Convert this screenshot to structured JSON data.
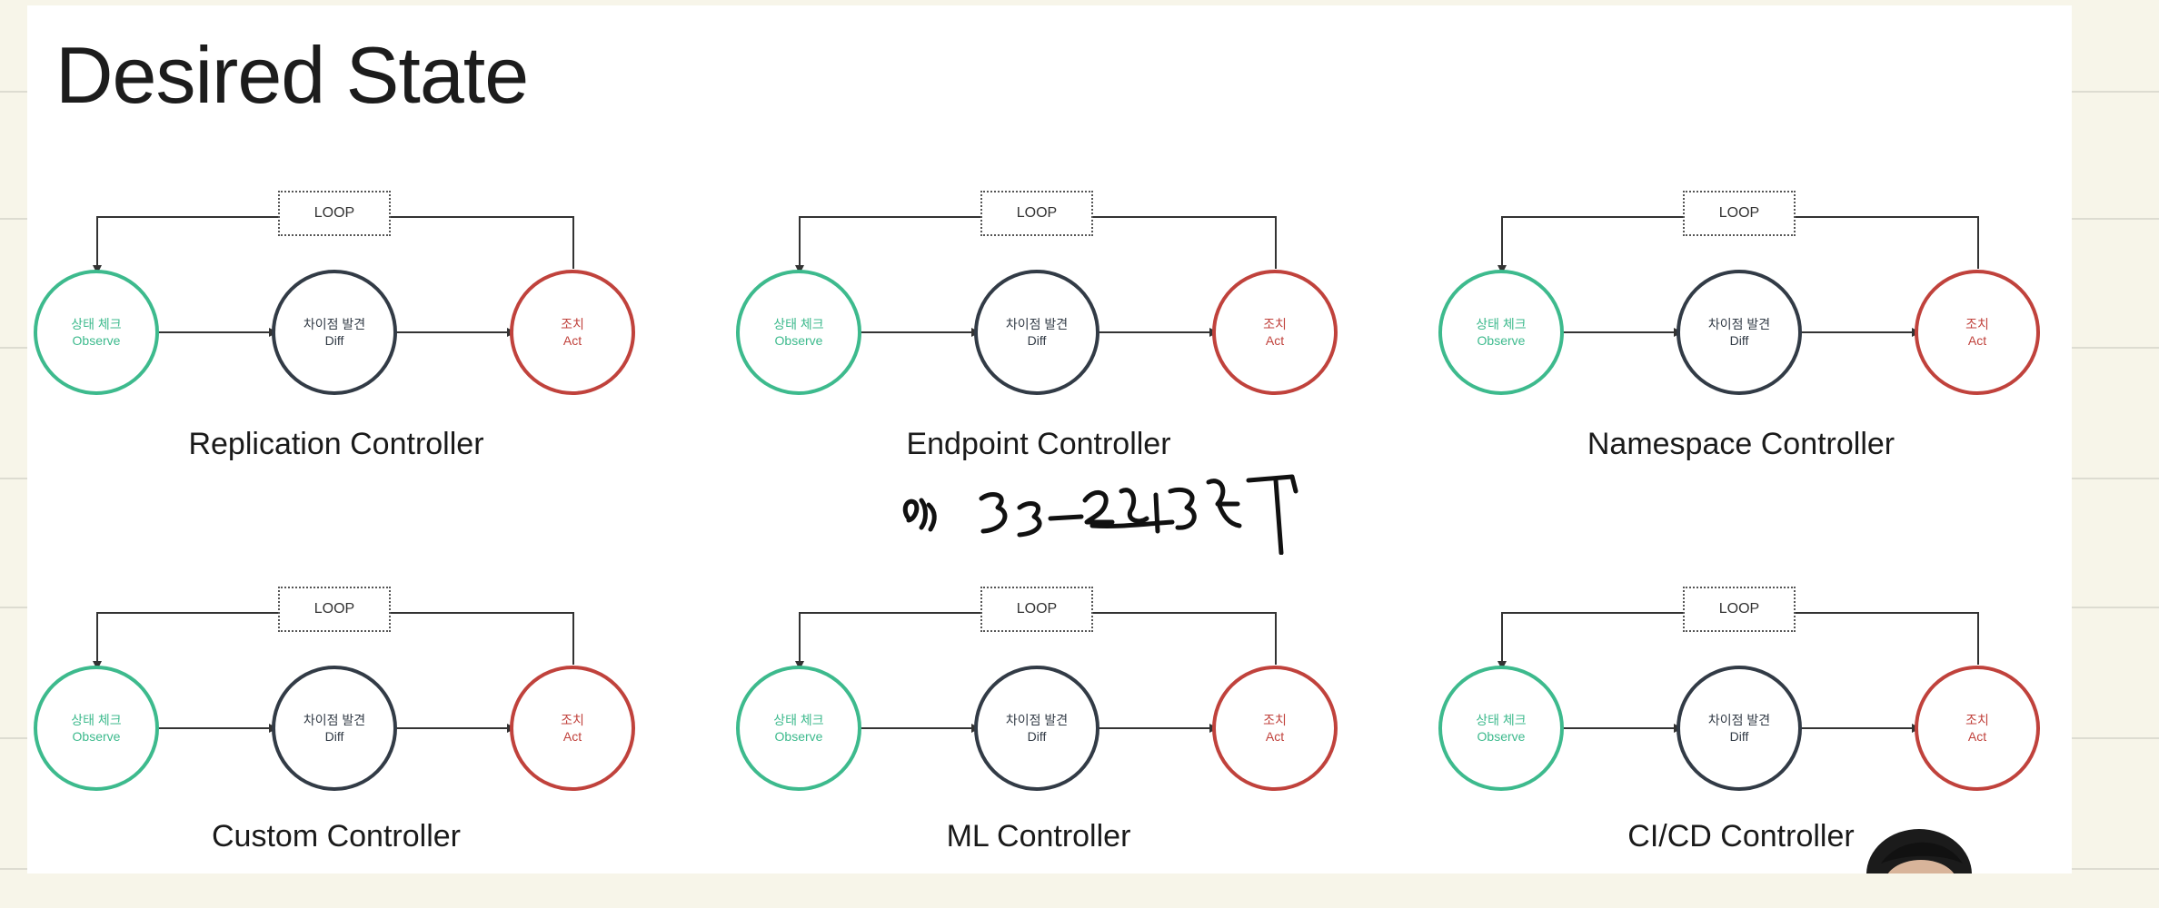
{
  "title": "Desired State",
  "loop_label": "LOOP",
  "nodes": {
    "observe": {
      "ko": "상태 체크",
      "en": "Observe"
    },
    "diff": {
      "ko": "차이점 발견",
      "en": "Diff"
    },
    "act": {
      "ko": "조치",
      "en": "Act"
    }
  },
  "controllers": [
    {
      "name": "Replication Controller"
    },
    {
      "name": "Endpoint Controller"
    },
    {
      "name": "Namespace Controller"
    },
    {
      "name": "Custom Controller"
    },
    {
      "name": "ML Controller"
    },
    {
      "name": "CI/CD Controller"
    }
  ],
  "annotation": {
    "type": "handwritten-scribble"
  },
  "colors": {
    "observe": "#3dba8d",
    "diff": "#323b46",
    "act": "#c0423c",
    "background": "#f7f5e9"
  }
}
